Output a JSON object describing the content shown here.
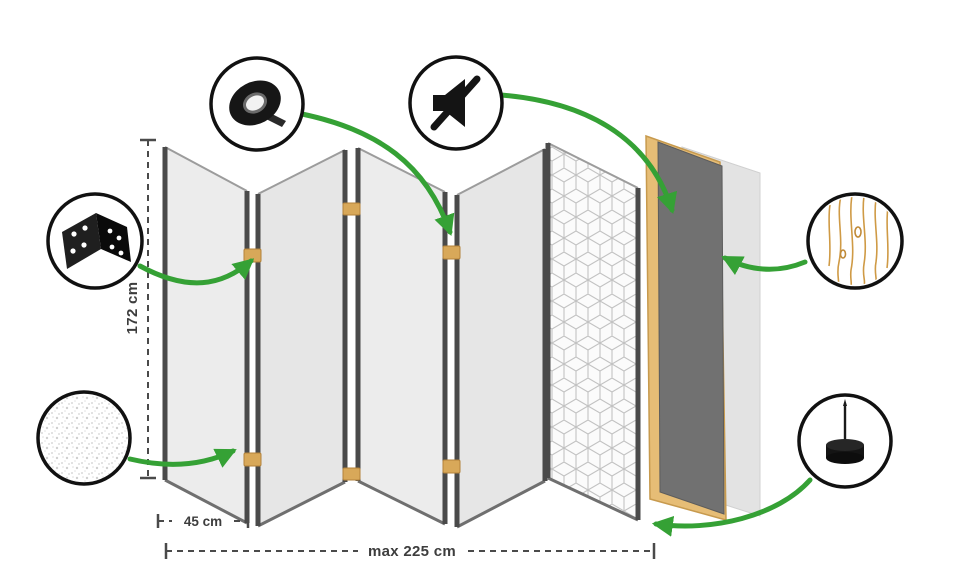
{
  "diagram": {
    "dimensions": {
      "height": "172 cm",
      "panel_width": "45 cm",
      "max_total_width": "max 225 cm"
    },
    "icons": [
      {
        "name": "adhesive-tape-icon"
      },
      {
        "name": "sound-off-icon"
      },
      {
        "name": "hinge-icon"
      },
      {
        "name": "fleece-texture-swatch"
      },
      {
        "name": "wood-texture-swatch"
      },
      {
        "name": "felt-pad-icon"
      }
    ],
    "colors": {
      "arrow_green": "#35a135",
      "panel_face": "#ebebeb",
      "panel_edge": "#4a4a4a",
      "board_gray": "#717171",
      "wood_tan": "#e6bd76",
      "hinge_tan": "#d8a859",
      "pattern_line": "#c2c2c2",
      "background": "#ffffff"
    }
  }
}
